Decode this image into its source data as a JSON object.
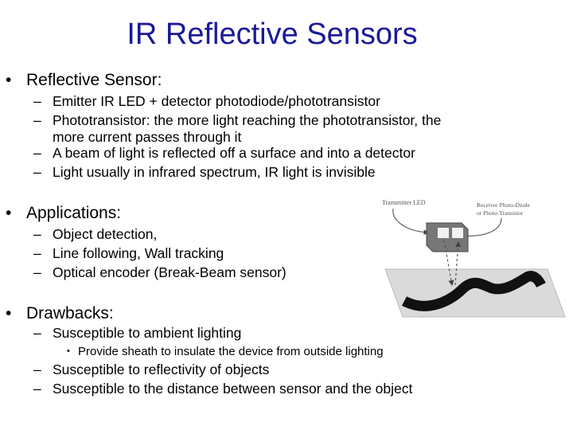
{
  "title": "IR Reflective Sensors",
  "bullet_char": "•",
  "dash_char": "–",
  "sections": {
    "sensor": {
      "heading": "Reflective Sensor:",
      "items": {
        "i1": "Emitter IR LED + detector photodiode/phototransistor",
        "i2": "Phototransistor: the more light reaching the phototransistor, the",
        "i2_cont": "more current passes through it",
        "i3": "A beam of light is reflected off a surface and into a detector",
        "i4": "Light usually in infrared spectrum, IR light is invisible"
      }
    },
    "applications": {
      "heading": "Applications:",
      "items": {
        "i1": "Object detection,",
        "i2": "Line following, Wall tracking",
        "i3": "Optical encoder (Break-Beam sensor)"
      }
    },
    "drawbacks": {
      "heading": "Drawbacks:",
      "items": {
        "i1": "Susceptible to ambient lighting",
        "i1_sub": "Provide sheath to insulate the device from outside lighting",
        "i2": "Susceptible to reflectivity of objects",
        "i3": "Susceptible to the distance between sensor and the object"
      }
    }
  },
  "figure": {
    "label_transmitter": "Transmitter LED",
    "label_receiver_1": "Receiver Photo-Diode",
    "label_receiver_2": "or Photo-Transistor"
  }
}
